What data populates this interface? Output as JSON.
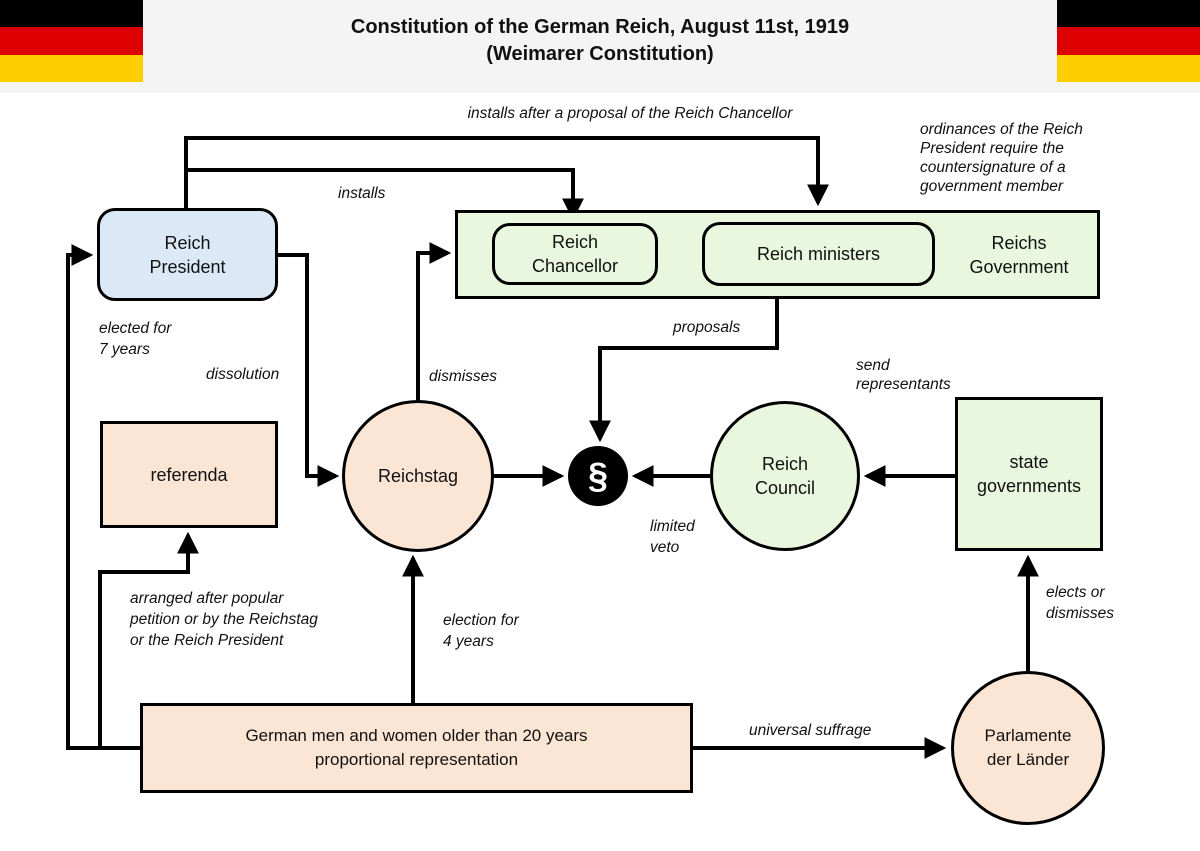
{
  "title": {
    "text": "Constitution of the German Reich, August 11st, 1919\n(Weimarer Constitution)"
  },
  "flags": {
    "description": "german-flag-black-red-gold",
    "colors": [
      "#000000",
      "#dd0000",
      "#ffce00"
    ]
  },
  "colors": {
    "header_background": "#f4f4f4",
    "node_blue": "#dbe9f6",
    "node_green": "#e8f7de",
    "node_peach": "#fbe5d4",
    "line": "#000000",
    "paragraph_circle": "#000000"
  },
  "nodes": {
    "reich_president": "Reich\nPresident",
    "reich_chancellor": "Reich\nChancellor",
    "reich_ministers": "Reich ministers",
    "reichs_government": "Reichs\nGovernment",
    "referenda": "referenda",
    "reichstag": "Reichstag",
    "paragraph_sign": "§",
    "reich_council": "Reich\nCouncil",
    "state_governments": "state\ngovernments",
    "electorate": "German men and women older than 20 years\nproportional representation",
    "parlamente": "Parlamente\nder Länder"
  },
  "edge_labels": {
    "installs_proposal": "installs after a proposal of the Reich Chancellor",
    "installs": "installs",
    "ordinances": "ordinances of the Reich\nPresident require the\ncountersignature of a\ngovernment member",
    "elected_for": "elected for\n7 years",
    "dissolution": "dissolution",
    "dismisses": "dismisses",
    "proposals": "proposals",
    "send_representants": "send\nrepresentants",
    "limited_veto": "limited\nveto",
    "arranged": "arranged after popular\npetition or by the Reichstag\nor the Reich President",
    "election_for": "election for\n4 years",
    "universal_suffrage": "universal suffrage",
    "elects_or_dismisses": "elects or\ndismisses"
  }
}
